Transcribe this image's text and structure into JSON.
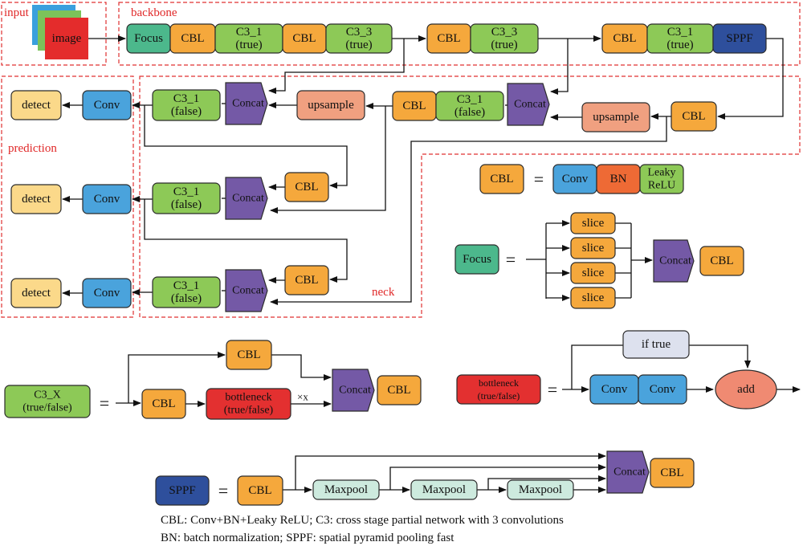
{
  "colors": {
    "focus": "#4cb88c",
    "cbl": "#f5a83c",
    "c3": "#8dc957",
    "sppf": "#2e4f9c",
    "concat": "#7459a6",
    "upsample": "#f0a080",
    "conv": "#4aa3dc",
    "detect": "#fbd98a",
    "bn": "#ee6a35",
    "bottleneck": "#e33030",
    "iftrue": "#dde1ee",
    "maxpool": "#cdeade",
    "add": "#f08a72",
    "section": "#e02828"
  },
  "sections": {
    "input": "input",
    "backbone": "backbone",
    "prediction": "prediction",
    "neck": "neck"
  },
  "nodes": {
    "image": "image",
    "focus": "Focus",
    "cbl": "CBL",
    "c3_1_true": [
      "C3_1",
      "(true)"
    ],
    "c3_3_true": [
      "C3_3",
      "(true)"
    ],
    "c3_1_false": [
      "C3_1",
      "(false)"
    ],
    "sppf": "SPPF",
    "concat": "Concat",
    "upsample": "upsample",
    "conv": "Conv",
    "detect": "detect",
    "bn": "BN",
    "leaky": [
      "Leaky",
      "ReLU"
    ],
    "slice": "slice",
    "c3_x": [
      "C3_X",
      "(true/false)"
    ],
    "bottleneck": [
      "bottleneck",
      "(true/false)"
    ],
    "times_x": "×x",
    "if_true": "if true",
    "add": "add",
    "maxpool": "Maxpool",
    "equals": "="
  },
  "legend": [
    "CBL: Conv+BN+Leaky ReLU; C3: cross stage partial network with 3 convolutions",
    "BN: batch normalization; SPPF: spatial pyramid pooling fast"
  ]
}
